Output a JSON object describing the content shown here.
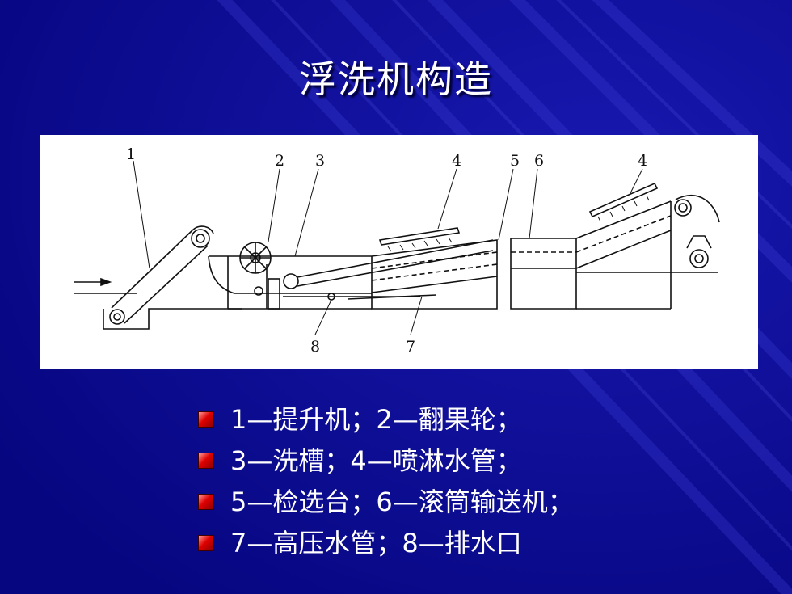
{
  "title": "浮洗机构造",
  "diagram": {
    "callouts": [
      "1",
      "2",
      "3",
      "4",
      "5",
      "6",
      "4",
      "8",
      "7"
    ]
  },
  "legend": [
    "1—提升机；2—翻果轮；",
    "3—洗槽；4—喷淋水管；",
    "5—检选台；6—滚筒输送机；",
    "7—高压水管；8—排水口"
  ]
}
